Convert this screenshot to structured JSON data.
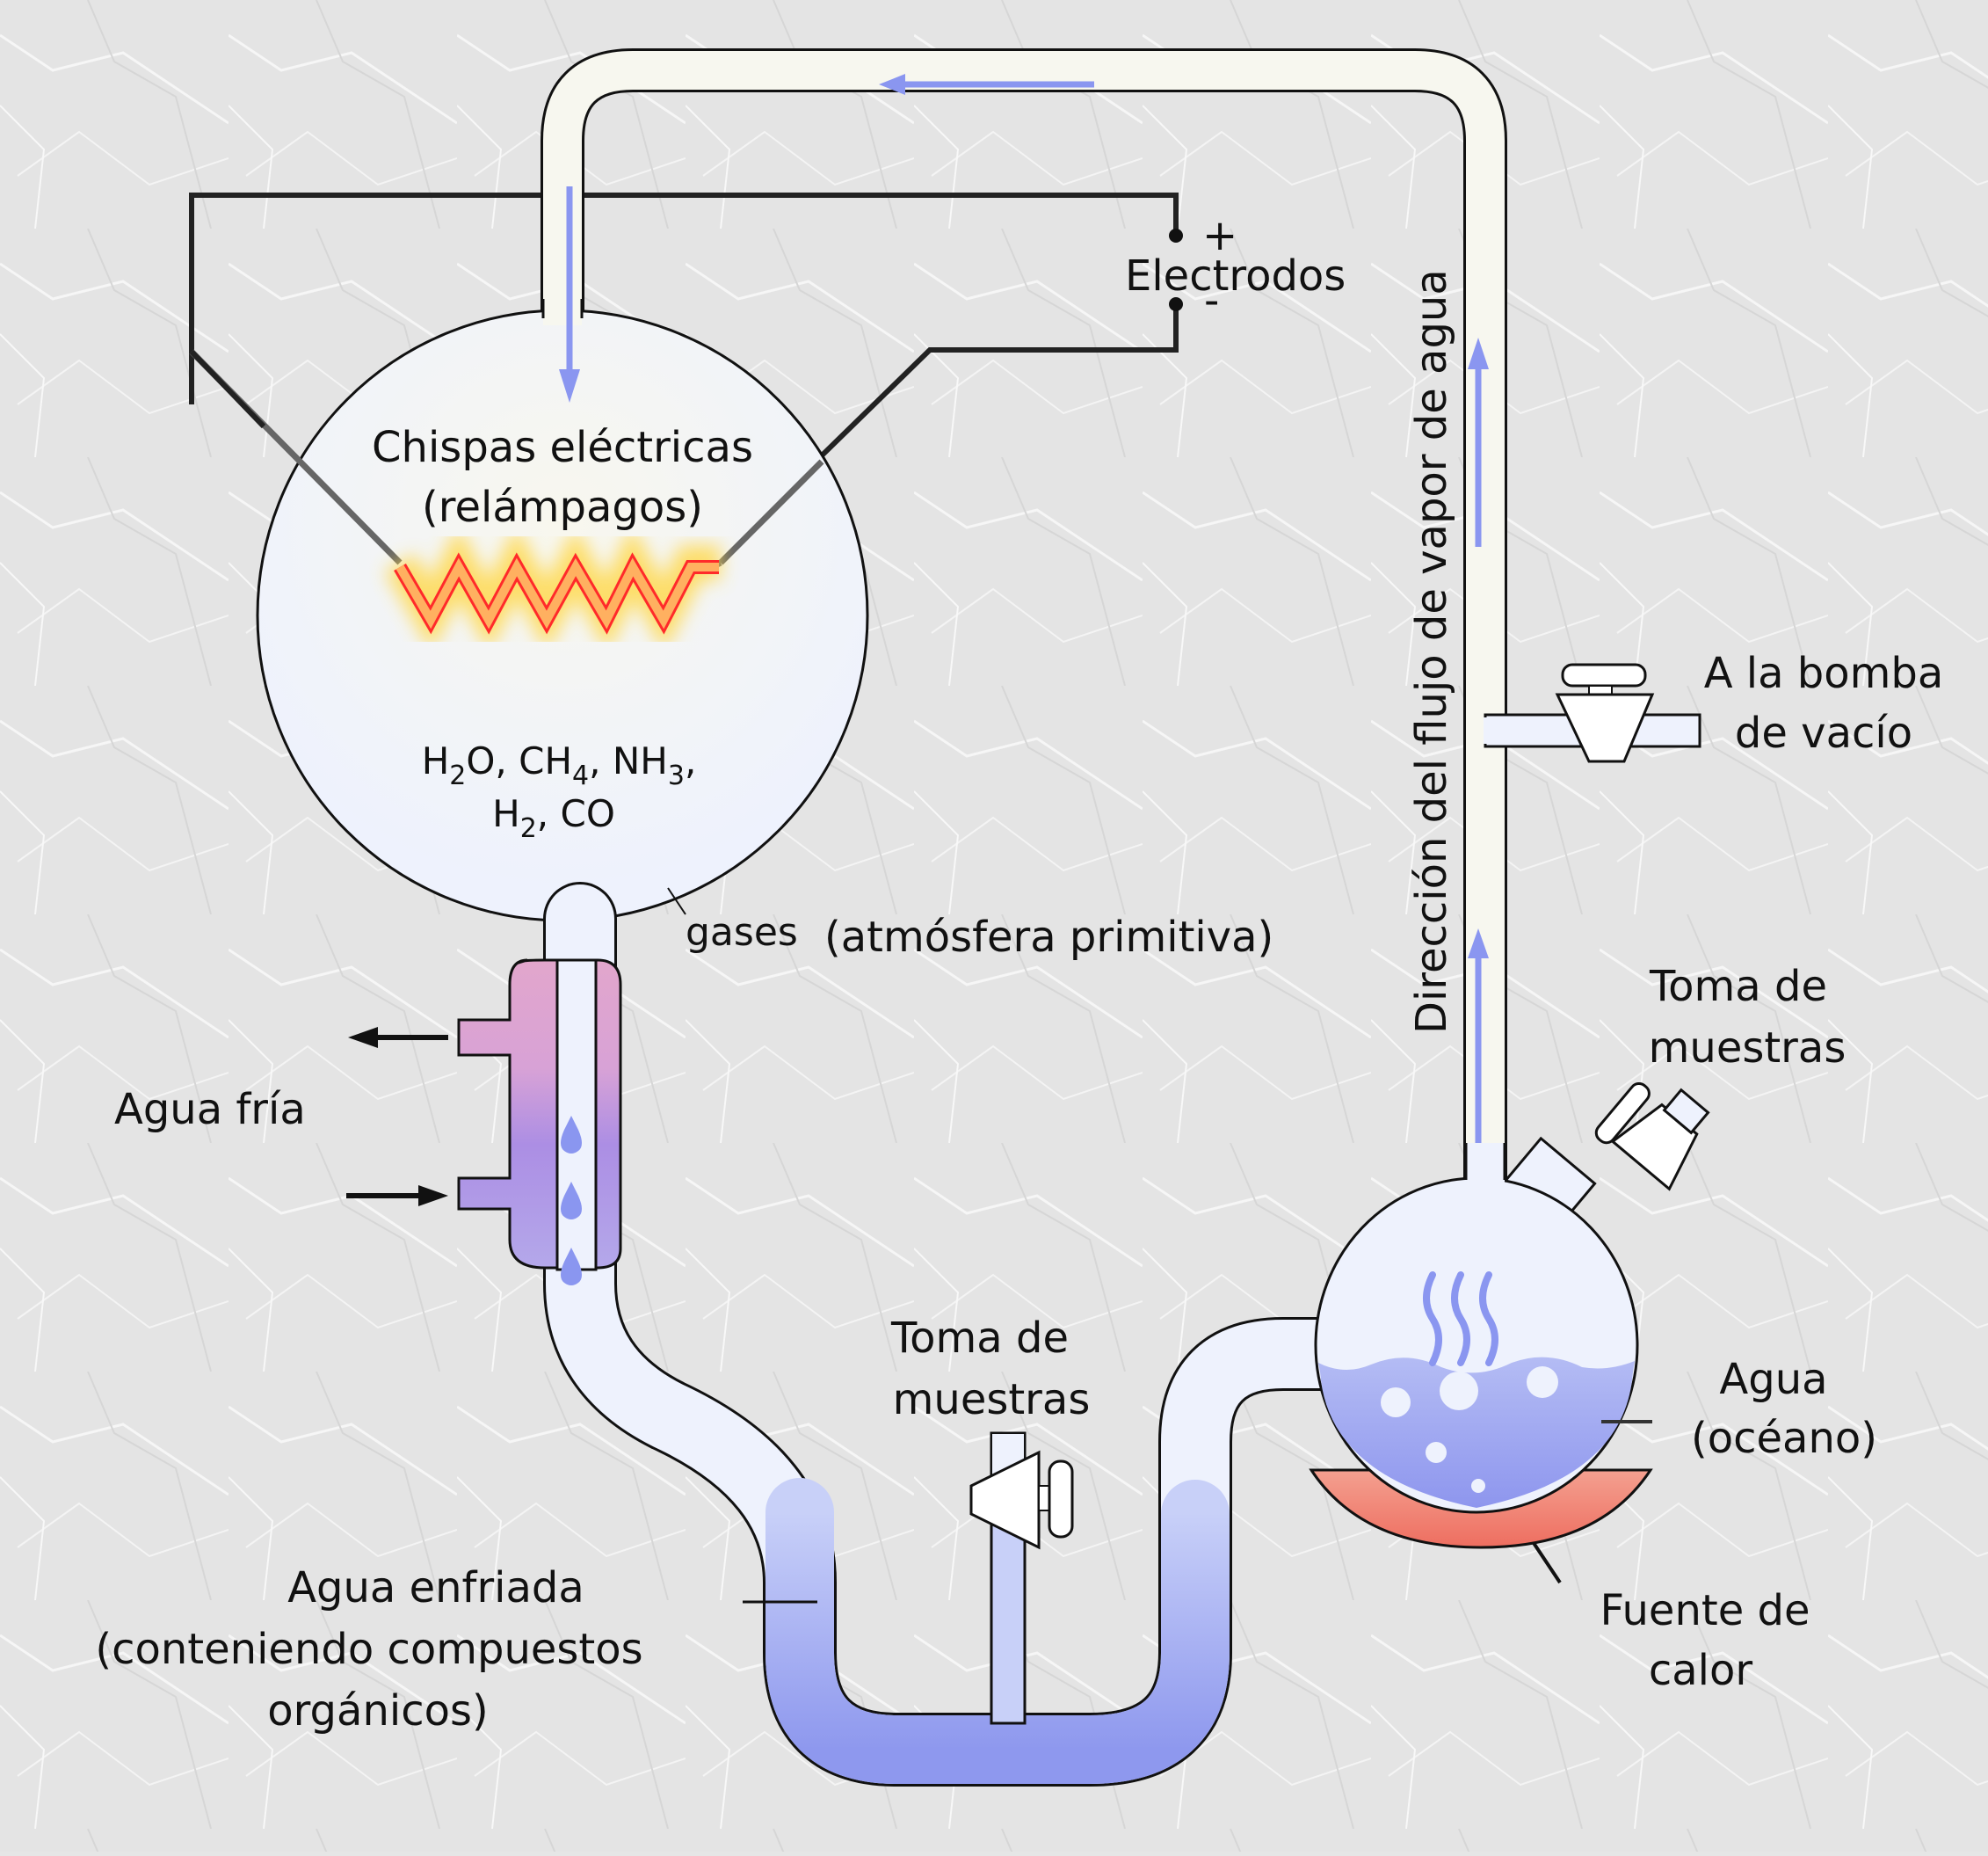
{
  "title": "Experimento de Miller-Urey",
  "labels": {
    "electrodes": "Electrodos",
    "electrode_plus": "+",
    "electrode_minus": "-",
    "sparks_line1": "Chispas eléctricas",
    "sparks_line2": "(relámpagos)",
    "gases_formula_line1": [
      "H",
      "2",
      "O, CH",
      "4",
      ", NH",
      "3",
      ","
    ],
    "gases_formula_line2": [
      "H",
      "2",
      ", CO"
    ],
    "gases_word": "gases",
    "gases_desc": "(atmósfera primitiva)",
    "cold_water": "Agua fría",
    "cooled_water_line1": "Agua enfriada",
    "cooled_water_line2": "(conteniendo compuestos",
    "cooled_water_line3": "orgánicos)",
    "sample_left_line1": "Toma de",
    "sample_left_line2": "muestras",
    "sample_right_line1": "Toma de",
    "sample_right_line2": "muestras",
    "vacuum_line1": "A la bomba",
    "vacuum_line2": "de vacío",
    "vapor_direction": "Dirección del flujo de vapor de agua",
    "ocean_line1": "Agua",
    "ocean_line2": "(océano)",
    "heat_line1": "Fuente de",
    "heat_line2": "calor"
  },
  "colors": {
    "glass": "#eef3fd",
    "glass_top": "#f7f7ef",
    "water": "#909cee",
    "flow_arrow": "#8a96f0",
    "condenser_top": "#e0a6cc",
    "condenser_bottom": "#a48ee6",
    "heater": "#f0776a",
    "spark": "#ff2a2a",
    "spark_glow": "#ffd84a",
    "outline": "#111111",
    "wire": "#333333"
  }
}
